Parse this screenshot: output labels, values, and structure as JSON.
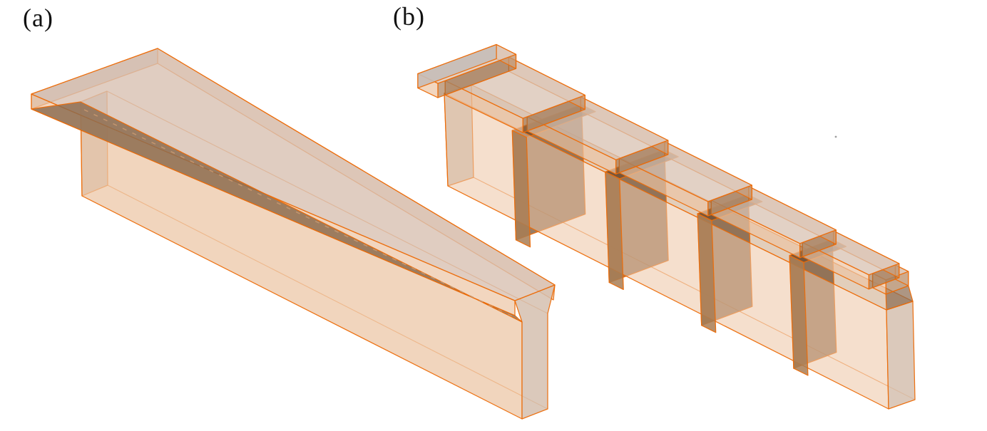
{
  "page": {
    "background": "#ffffff"
  },
  "labels": {
    "panel_a": "(a)",
    "panel_b": "(b)"
  },
  "palette": {
    "edge": "#ec6c08",
    "face_top": "#d8c1b1",
    "face_front": "#ecc5a4",
    "face_gray": "#c7bdb7",
    "face_far": "#d5bfaf",
    "band": "#8a6a4e",
    "back_strip": "#dcb190",
    "step_face": "#9c6a40",
    "stiffener": "#7e5c40",
    "stiffener_front": "#a87c54",
    "stiffener_top": "#6e4e34",
    "web_top_face": "#caa684",
    "far_stub": "#a87c54",
    "far_haunch": "#8a6a4e",
    "hidden_dash": "#c9986f",
    "artifact_dot": "#a0a0a0",
    "label_color": "#111111"
  },
  "model_a": {
    "kind": "girder-with-tapered-flange",
    "flange_segments": 1,
    "stiffeners": 0,
    "taper": "linear-full-length"
  },
  "model_b": {
    "kind": "girder-with-stepped-flange-and-stiffeners",
    "end_plate": {
      "t0": 0.0,
      "t1": 0.045,
      "width": 1.08
    },
    "flange_segments": [
      {
        "t0": 0.045,
        "t1": 0.22,
        "width": 0.88
      },
      {
        "t0": 0.22,
        "t1": 0.42,
        "width": 0.76
      },
      {
        "t0": 0.42,
        "t1": 0.62,
        "width": 0.66
      },
      {
        "t0": 0.62,
        "t1": 0.82,
        "width": 0.56
      },
      {
        "t0": 0.82,
        "t1": 0.97,
        "width": 0.48
      },
      {
        "t0": 0.97,
        "t1": 1.0,
        "width": 0.36
      }
    ],
    "stiffeners": {
      "t_centers": [
        0.22,
        0.42,
        0.62,
        0.82
      ],
      "widths": [
        0.98,
        0.86,
        0.76,
        0.66
      ],
      "half_thickness_t": 0.016
    }
  }
}
